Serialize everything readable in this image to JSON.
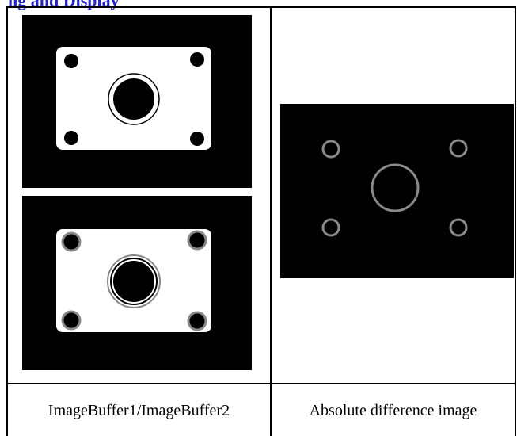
{
  "header": {
    "text": "ng and Display"
  },
  "table": {
    "captions": {
      "left": "ImageBuffer1/ImageBuffer2",
      "right": "Absolute difference image"
    }
  },
  "colors": {
    "panel_background": "#000000",
    "plate": "#ffffff",
    "hole": "#000000",
    "difference_ring": "#8a8a8a",
    "header_text": "#2323c8"
  }
}
